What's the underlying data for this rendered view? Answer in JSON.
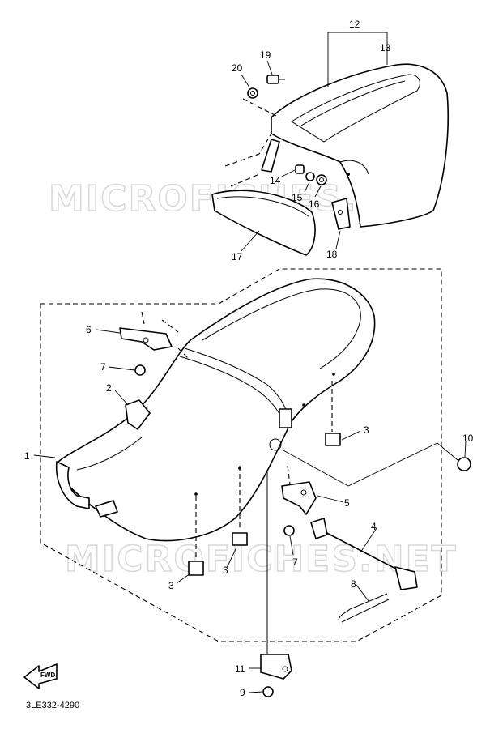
{
  "watermark": "MICROFICHES.NET",
  "diagram_code": "3LE332-4290",
  "direction_label": "FWD",
  "callouts": [
    {
      "id": "c1",
      "label": "1"
    },
    {
      "id": "c2",
      "label": "2"
    },
    {
      "id": "c3a",
      "label": "3"
    },
    {
      "id": "c3b",
      "label": "3"
    },
    {
      "id": "c3c",
      "label": "3"
    },
    {
      "id": "c4",
      "label": "4"
    },
    {
      "id": "c5",
      "label": "5"
    },
    {
      "id": "c6",
      "label": "6"
    },
    {
      "id": "c7a",
      "label": "7"
    },
    {
      "id": "c7b",
      "label": "7"
    },
    {
      "id": "c8",
      "label": "8"
    },
    {
      "id": "c9",
      "label": "9"
    },
    {
      "id": "c10",
      "label": "10"
    },
    {
      "id": "c11",
      "label": "11"
    },
    {
      "id": "c12",
      "label": "12"
    },
    {
      "id": "c13",
      "label": "13"
    },
    {
      "id": "c14",
      "label": "14"
    },
    {
      "id": "c15",
      "label": "15"
    },
    {
      "id": "c16",
      "label": "16"
    },
    {
      "id": "c17",
      "label": "17"
    },
    {
      "id": "c18",
      "label": "18"
    },
    {
      "id": "c19",
      "label": "19"
    },
    {
      "id": "c20",
      "label": "20"
    }
  ]
}
